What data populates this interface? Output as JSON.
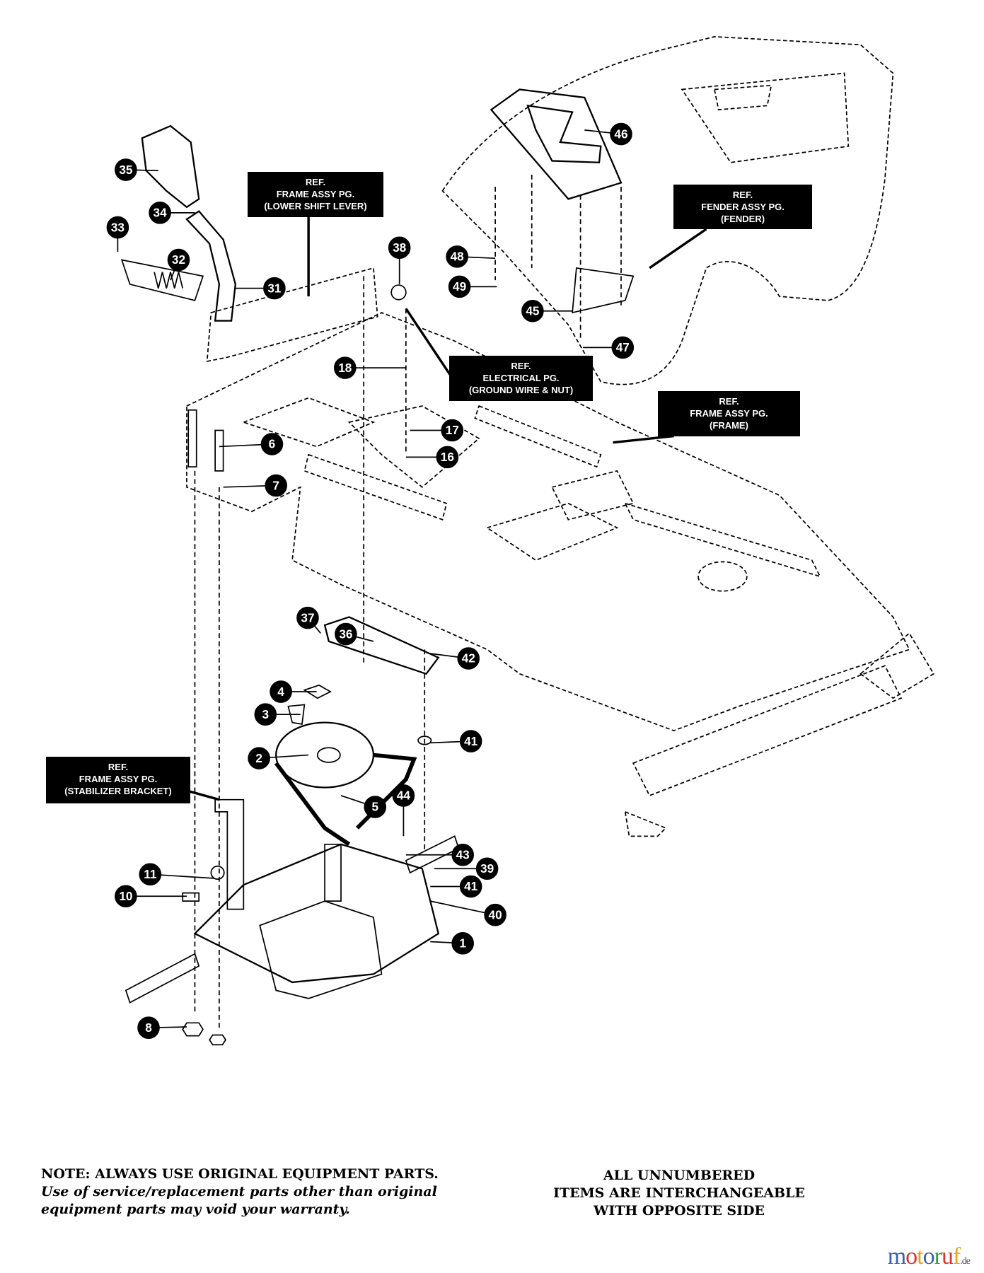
{
  "callouts": [
    "35",
    "34",
    "33",
    "32",
    "31",
    "38",
    "18",
    "17",
    "16",
    "6",
    "7",
    "46",
    "48",
    "49",
    "45",
    "47",
    "37",
    "36",
    "42",
    "4",
    "3",
    "2",
    "41",
    "5",
    "44",
    "43",
    "39",
    "41",
    "40",
    "1",
    "11",
    "10",
    "8"
  ],
  "ref_boxes": [
    {
      "line1": "REF.",
      "line2": "FRAME ASSY PG.",
      "line3": "(LOWER SHIFT LEVER)"
    },
    {
      "line1": "REF.",
      "line2": "FENDER ASSY PG.",
      "line3": "(FENDER)"
    },
    {
      "line1": "REF.",
      "line2": "ELECTRICAL PG.",
      "line3": "(GROUND WIRE & NUT)"
    },
    {
      "line1": "REF.",
      "line2": "FRAME ASSY PG.",
      "line3": "(FRAME)"
    },
    {
      "line1": "REF.",
      "line2": "FRAME ASSY PG.",
      "line3": "(STABILIZER BRACKET)"
    }
  ],
  "notes": {
    "left_caps": "NOTE: ALWAYS USE ORIGINAL EQUIPMENT PARTS.",
    "left_body": "Use of service/replacement parts other than original equipment parts may void your warranty.",
    "right_line1": "ALL UNNUMBERED",
    "right_line2": "ITEMS ARE INTERCHANGEABLE",
    "right_line3": "WITH OPPOSITE SIDE"
  },
  "watermark": {
    "main": "motoruf",
    "suffix": ".de"
  },
  "colors": {
    "logo": [
      "#3b5fb0",
      "#d9342b",
      "#e8a317",
      "#3b5fb0",
      "#2e9e45",
      "#d9342b",
      "#e8a317"
    ]
  }
}
